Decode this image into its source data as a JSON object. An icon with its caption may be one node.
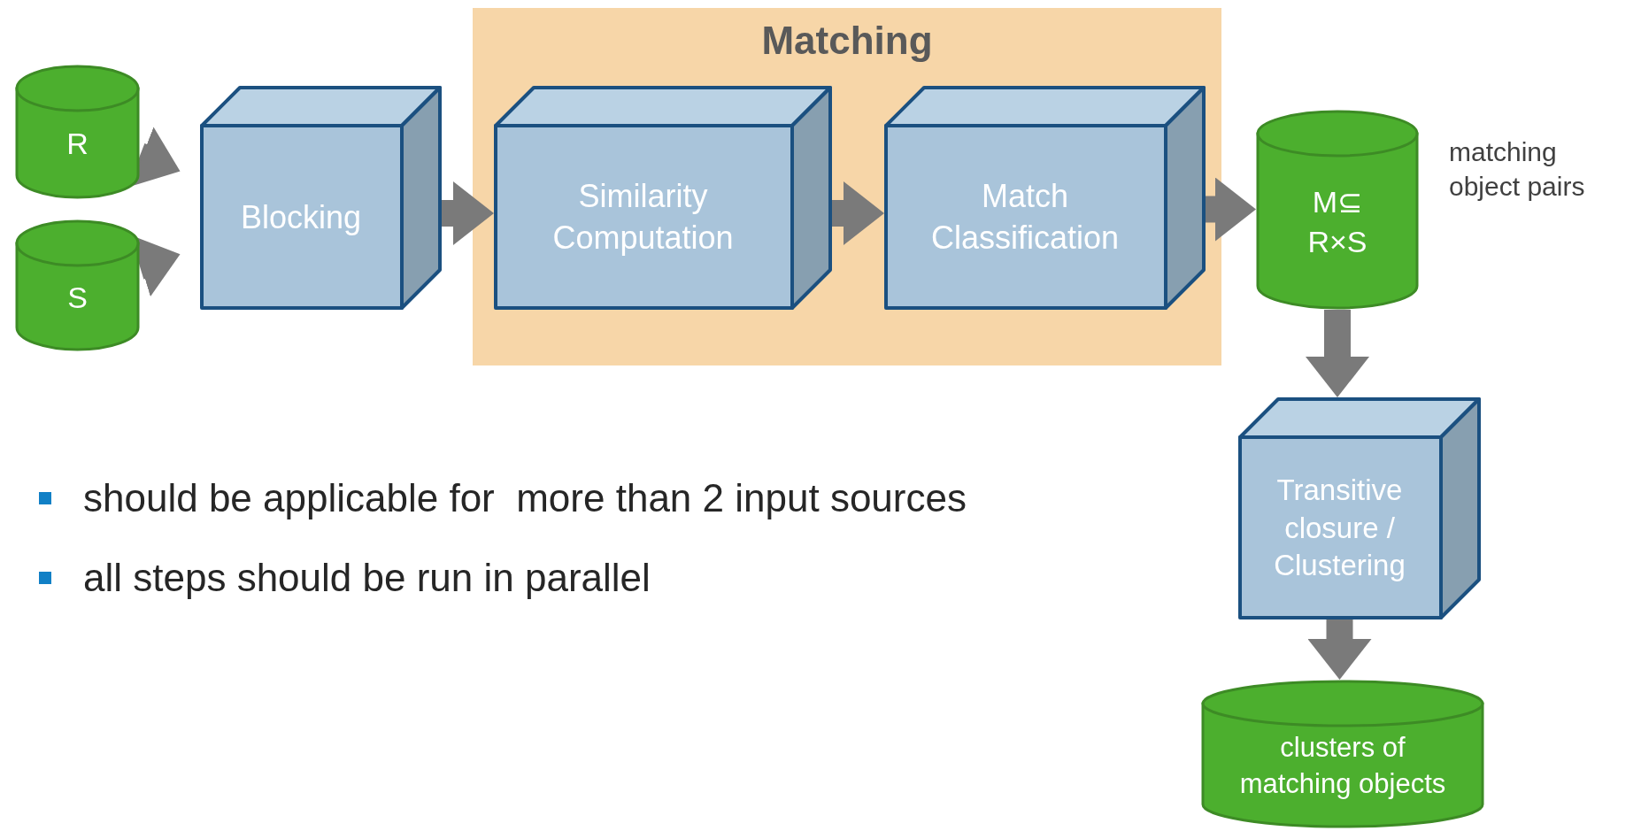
{
  "diagram": {
    "nodes": [
      {
        "text": [
          "Matching"
        ]
      },
      {
        "text": [
          "R"
        ]
      },
      {
        "text": [
          "S"
        ]
      },
      {
        "text": [
          "Blocking"
        ]
      },
      {
        "text": [
          "Similarity Computation"
        ],
        "in": 0
      },
      {
        "text": [
          "Match Classification"
        ],
        "in": 0
      },
      {
        "text": [
          "M⊆ R×S"
        ],
        "beside": [
          "matching object pairs"
        ]
      },
      {
        "text": [
          "Transitive closure / Clustering"
        ]
      },
      {
        "text": [
          "clusters of matching objects"
        ]
      }
    ],
    "edges": [
      {
        "from": 1,
        "to": 3,
        "arrow": "to"
      },
      {
        "from": 2,
        "to": 3,
        "arrow": "to"
      },
      {
        "from": 3,
        "to": 4,
        "arrow": "to"
      },
      {
        "from": 4,
        "to": 5,
        "arrow": "to"
      },
      {
        "from": 5,
        "to": 6,
        "arrow": "to"
      },
      {
        "from": 6,
        "to": 7,
        "arrow": "to"
      },
      {
        "from": 7,
        "to": 8,
        "arrow": "to"
      }
    ],
    "labels": [
      "should be applicable for  more than 2 input sources",
      "all steps should be run in parallel"
    ]
  }
}
